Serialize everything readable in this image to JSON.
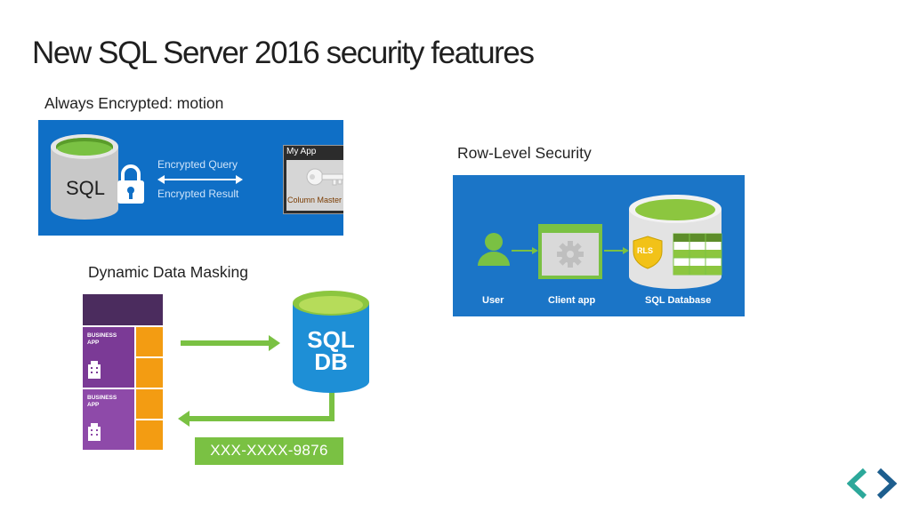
{
  "slide": {
    "title": "New SQL Server 2016 security features"
  },
  "always_encrypted": {
    "caption": "Always Encrypted: motion",
    "db_label": "SQL",
    "query_label": "Encrypted Query",
    "result_label": "Encrypted Result",
    "app_window_title": "My App",
    "app_window_close": "×",
    "key_label": "Column Master Key"
  },
  "row_level_security": {
    "caption": "Row-Level Security",
    "user_label": "User",
    "client_app_label": "Client app",
    "database_label": "SQL Database",
    "badge": "RLS"
  },
  "dynamic_data_masking": {
    "caption": "Dynamic Data Masking",
    "app1_label": "BUSINESS APP",
    "app2_label": "BUSINESS APP",
    "db_line1": "SQL",
    "db_line2": "DB",
    "masked_value": "XXX-XXXX-9876"
  },
  "colors": {
    "ae_panel": "#0f6fc6",
    "rls_panel": "#1b75c7",
    "green": "#7ac143",
    "purple": "#7b3a96",
    "orange": "#f39c12",
    "db_blue": "#1e8fd6"
  },
  "icons": [
    "lock-icon",
    "key-icon",
    "user-icon",
    "gear-icon",
    "building-icon",
    "prev-arrow-icon",
    "next-arrow-icon"
  ]
}
